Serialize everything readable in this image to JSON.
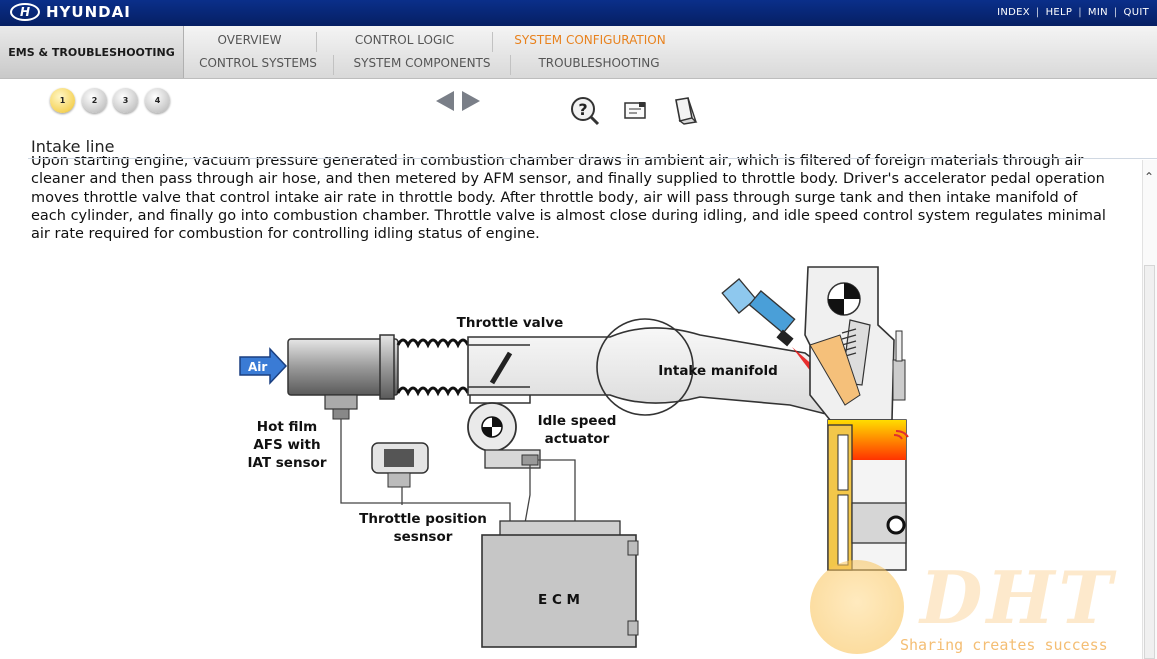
{
  "brand": {
    "logo_mark": "H",
    "name": "HYUNDAI"
  },
  "top_links": [
    "INDEX",
    "HELP",
    "MIN",
    "QUIT"
  ],
  "section_title": "EMS & TROUBLESHOOTING",
  "nav": {
    "row1": [
      "OVERVIEW",
      "CONTROL LOGIC",
      "SYSTEM CONFIGURATION"
    ],
    "row2": [
      "CONTROL SYSTEMS",
      "SYSTEM COMPONENTS",
      "TROUBLESHOOTING"
    ],
    "active": "SYSTEM CONFIGURATION"
  },
  "pages": [
    "1",
    "2",
    "3",
    "4"
  ],
  "active_page": "1",
  "toolbar_icons": [
    "prev-arrow-icon",
    "next-arrow-icon",
    "help-icon",
    "memo-icon",
    "notebook-icon"
  ],
  "heading": "Intake line",
  "paragraph": "Upon starting engine, vacuum pressure generated in combustion chamber draws in ambient air, which is filtered of foreign materials through air cleaner and then pass through air hose, and then metered by AFM sensor, and finally supplied to throttle body. Driver's accelerator pedal operation moves throttle valve that control intake air rate in throttle body. After throttle body, air will pass through surge tank and then intake manifold of each cylinder, and finally go into combustion chamber. Throttle valve is almost close during idling, and idle speed control system regulates minimal air rate required for combustion for controlling idling status of engine.",
  "diagram": {
    "air": "Air",
    "throttle_valve": "Throttle valve",
    "intake_manifold": "Intake manifold",
    "hot_film_1": "Hot film",
    "hot_film_2": "AFS with",
    "hot_film_3": "IAT sensor",
    "idle_1": "Idle speed",
    "idle_2": "actuator",
    "tps_1": "Throttle position",
    "tps_2": "sesnsor",
    "ecm": "E C M"
  },
  "watermark": {
    "logo": "DHT",
    "slogan": "Sharing creates success"
  },
  "colors": {
    "header_blue": "#0a2f8a",
    "active_nav": "#e8821e",
    "air_arrow": "#3a7bd5"
  }
}
